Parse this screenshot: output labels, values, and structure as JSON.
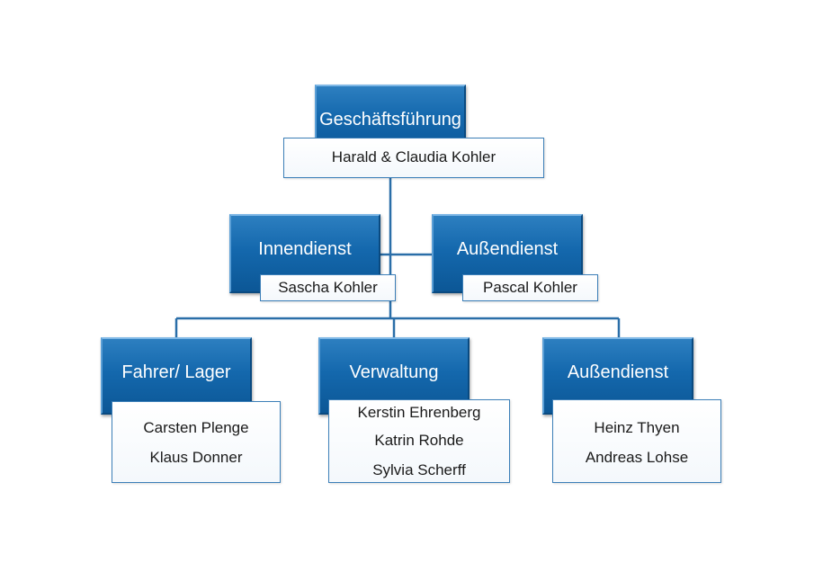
{
  "colors": {
    "box_blue": "#1468ad",
    "connector": "#2a6ea8",
    "name_border": "#3c7fb8"
  },
  "nodes": {
    "geschaeftsfuehrung": {
      "title": "Geschäftsführung",
      "names": [
        "Harald & Claudia Kohler"
      ]
    },
    "innendienst": {
      "title": "Innendienst",
      "names": [
        "Sascha Kohler"
      ]
    },
    "aussendienst_top": {
      "title": "Außendienst",
      "names": [
        "Pascal Kohler"
      ]
    },
    "fahrer_lager": {
      "title": "Fahrer/ Lager",
      "names": [
        "Carsten Plenge",
        "Klaus Donner"
      ]
    },
    "verwaltung": {
      "title": "Verwaltung",
      "names": [
        "Kerstin Ehrenberg",
        "Katrin Rohde",
        "Sylvia Scherff"
      ]
    },
    "aussendienst_bottom": {
      "title": "Außendienst",
      "names": [
        "Heinz Thyen",
        "Andreas Lohse"
      ]
    }
  }
}
